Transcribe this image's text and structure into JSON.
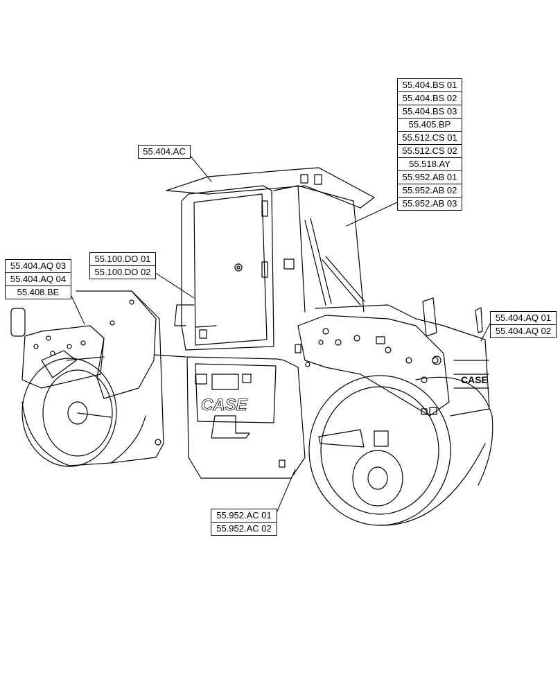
{
  "diagram": {
    "line_color": "#000000",
    "callouts": {
      "decals_rear": [
        "55.404.BS 01",
        "55.404.BS 02",
        "55.404.BS 03",
        "55.405.BP",
        "55.512.CS 01",
        "55.512.CS 02",
        "55.518.AY",
        "55.952.AB 01",
        "55.952.AB 02",
        "55.952.AB 03"
      ],
      "cab_roof": [
        "55.404.AC"
      ],
      "cab_door": [
        "55.100.DO 01",
        "55.100.DO 02"
      ],
      "front_frame": [
        "55.404.AQ 03",
        "55.404.AQ 04",
        "55.408.BE"
      ],
      "rear_frame": [
        "55.404.AQ 01",
        "55.404.AQ 02"
      ],
      "lower_body": [
        "55.952.AC 01",
        "55.952.AC 02"
      ]
    },
    "machine_decal_text": "CASE"
  }
}
